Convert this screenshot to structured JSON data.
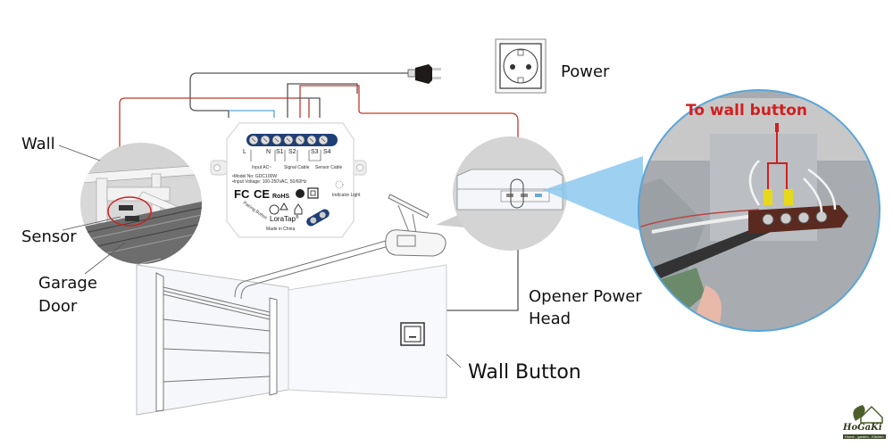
{
  "labels": {
    "power": "Power",
    "wall": "Wall",
    "sensor": "Sensor",
    "garage_door": "Garage Door",
    "garage_door_line1": "Garage",
    "garage_door_line2": "Door",
    "opener_power_head_line1": "Opener Power",
    "opener_power_head_line2": "Head",
    "wall_button": "Wall Button",
    "to_wall_button": "To wall button"
  },
  "module": {
    "brand": "LoraTap",
    "brand_mark": "®",
    "made_in": "Made in China",
    "terminals": [
      "L",
      "N",
      "S1",
      "S2",
      "S3",
      "S4"
    ],
    "input_ac": "Input AC~",
    "signal_cable": "Signal Cable",
    "sensor_cable": "Sensor Cable",
    "model_no": "•Model No: GDC100W",
    "input_voltage": "•Input Voltage: 100-250VAC, 50/60Hz",
    "indicator_light": "Indicator Light",
    "pairing_button": "Pairing Button",
    "certifications": [
      "FC",
      "CE",
      "RoHS"
    ]
  },
  "logo": {
    "name": "HoGaKi",
    "tagline": "Home - garden - Kitchen"
  },
  "colors": {
    "wire_red": "#c0392b",
    "wire_gray": "#555555",
    "wire_blue": "#5aa5d8",
    "callout_blue": "#8cc8ee",
    "highlight_red": "#d21f1f",
    "terminal_blue": "#1f3f78"
  }
}
